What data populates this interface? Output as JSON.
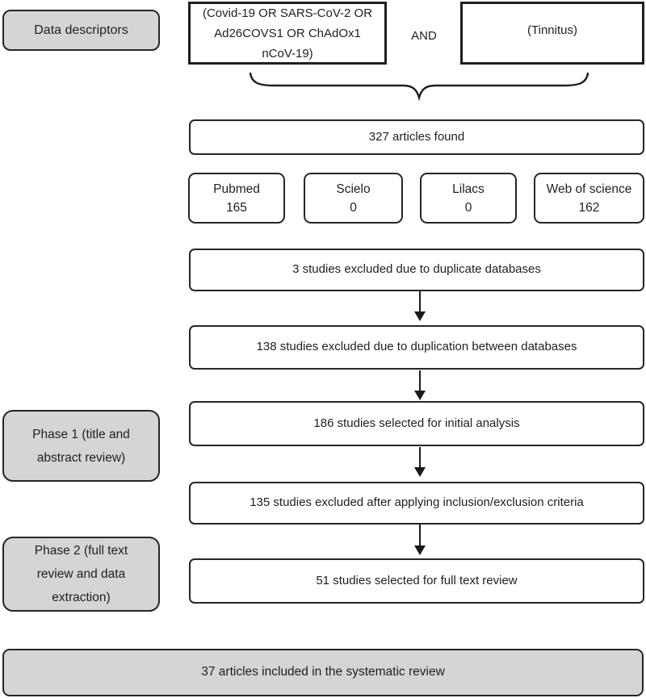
{
  "colors": {
    "box_fill_gray": "#d5d5d6",
    "box_border": "#262626",
    "text": "#1f1f1f",
    "background": "#ffffff"
  },
  "labels": {
    "data_descriptors": "Data descriptors",
    "and_operator": "AND"
  },
  "search_terms": {
    "covid_query": "(Covid-19 OR SARS-CoV-2 OR\nAd26COVS1 OR ChAdOx1\nnCoV-19)",
    "tinnitus_query": "(Tinnitus)"
  },
  "results": {
    "articles_found": "327 articles found",
    "databases": [
      {
        "name": "Pubmed",
        "count": "165"
      },
      {
        "name": "Scielo",
        "count": "0"
      },
      {
        "name": "Lilacs",
        "count": "0"
      },
      {
        "name": "Web of science",
        "count": "162"
      }
    ]
  },
  "flow_steps": [
    "3 studies excluded due to duplicate databases",
    "138 studies excluded due to duplication between databases",
    "186 studies selected for initial analysis",
    "135 studies excluded after applying inclusion/exclusion criteria",
    "51 studies selected for full text review"
  ],
  "phases": {
    "phase1": "Phase 1 (title and\nabstract review)",
    "phase2": "Phase 2 (full text\nreview and data\nextraction)"
  },
  "final": {
    "included": "37 articles included in the systematic review"
  }
}
